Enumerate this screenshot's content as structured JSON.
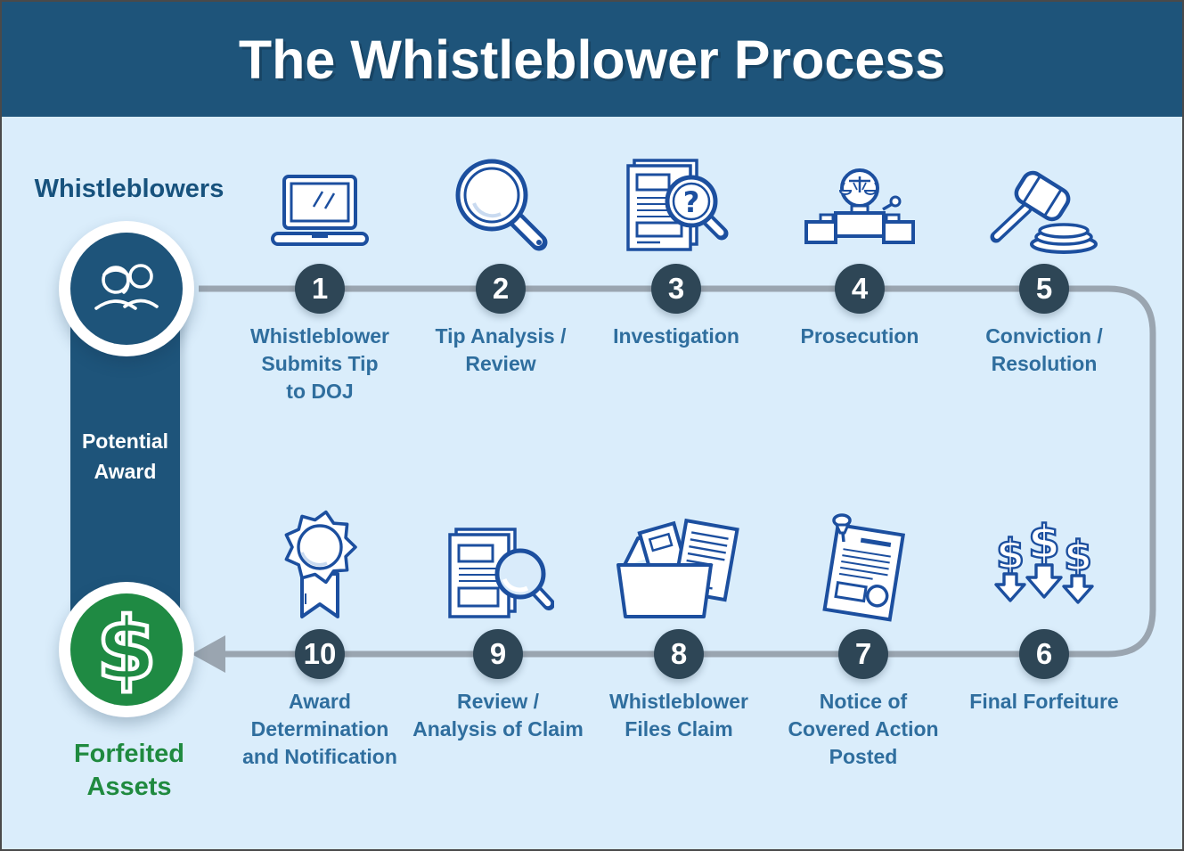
{
  "title": "The Whistleblower Process",
  "start": {
    "label": "Whistleblowers",
    "icon": "people-icon"
  },
  "flow_bar": {
    "label_lines": [
      "Potential",
      "Award"
    ]
  },
  "end": {
    "label_lines": [
      "Forfeited",
      "Assets"
    ],
    "icon": "dollar-icon",
    "symbol": "$"
  },
  "steps": [
    {
      "number": "1",
      "icon": "laptop-icon",
      "label_lines": [
        "Whistleblower",
        "Submits Tip",
        "to DOJ"
      ]
    },
    {
      "number": "2",
      "icon": "magnifier-icon",
      "label_lines": [
        "Tip Analysis /",
        "Review"
      ]
    },
    {
      "number": "3",
      "icon": "document-search-icon",
      "label_lines": [
        "Investigation"
      ]
    },
    {
      "number": "4",
      "icon": "court-bench-icon",
      "label_lines": [
        "Prosecution"
      ]
    },
    {
      "number": "5",
      "icon": "gavel-icon",
      "label_lines": [
        "Conviction /",
        "Resolution"
      ]
    },
    {
      "number": "6",
      "icon": "money-forfeiture-icon",
      "label_lines": [
        "Final Forfeiture"
      ]
    },
    {
      "number": "7",
      "icon": "posted-notice-icon",
      "label_lines": [
        "Notice of",
        "Covered Action",
        "Posted"
      ]
    },
    {
      "number": "8",
      "icon": "claim-folder-icon",
      "label_lines": [
        "Whistleblower",
        "Files Claim"
      ]
    },
    {
      "number": "9",
      "icon": "claim-review-icon",
      "label_lines": [
        "Review /",
        "Analysis of Claim"
      ]
    },
    {
      "number": "10",
      "icon": "award-ribbon-icon",
      "label_lines": [
        "Award",
        "Determination",
        "and Notification"
      ]
    }
  ],
  "colors": {
    "header_navy": "#1E547A",
    "background_light_blue": "#DAEDFB",
    "step_label_blue": "#2F6E9E",
    "number_badge_slate": "#2E4656",
    "flow_line_gray": "#9AA5B0",
    "icon_stroke_blue": "#1C4F9F",
    "award_green": "#1F8A43"
  }
}
